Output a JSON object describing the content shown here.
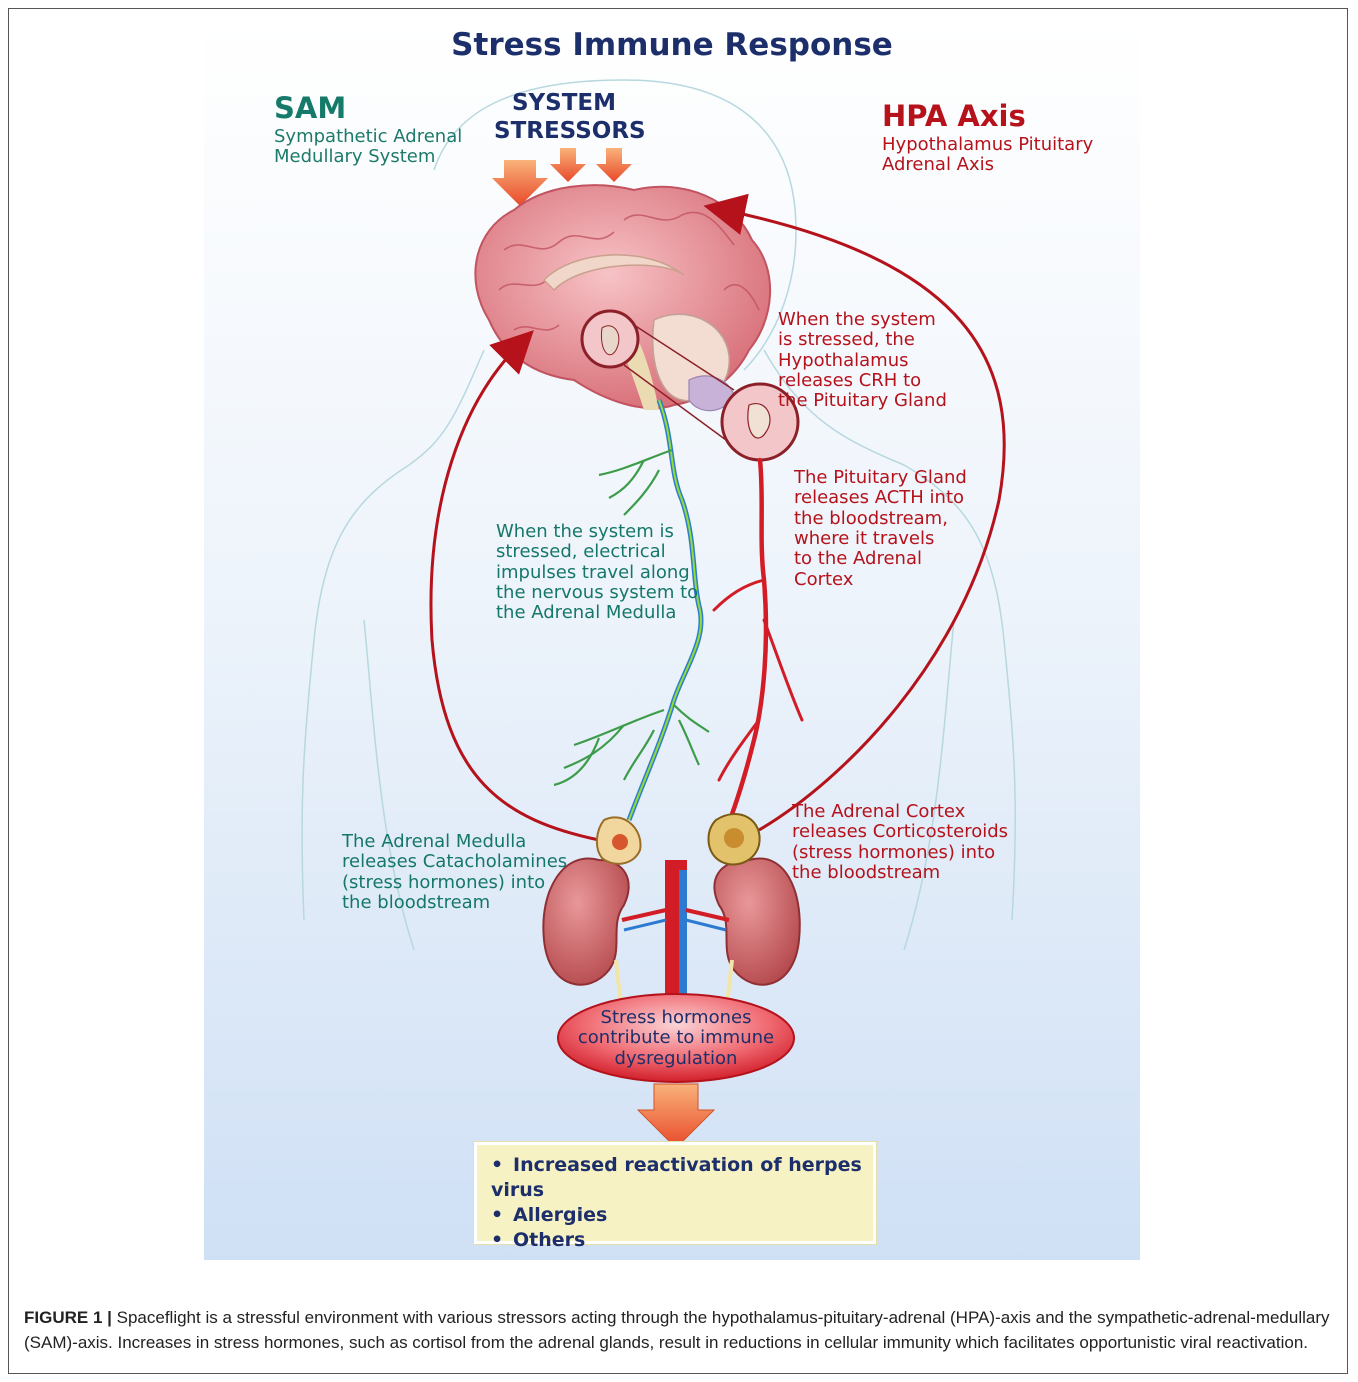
{
  "figure": {
    "title": "Stress Immune Response",
    "sam": {
      "title": "SAM",
      "subtitle": "Sympathetic Adrenal\nMedullary System"
    },
    "stressors": "SYSTEM\nSTRESSORS",
    "hpa": {
      "title": "HPA Axis",
      "subtitle": "Hypothalamus Pituitary\nAdrenal Axis"
    },
    "notes": {
      "hypothalamus": "When the system\nis stressed, the\nHypothalamus\n   releases CRH to\n     the Pituitary Gland",
      "pituitary": "The Pituitary Gland\nreleases ACTH into\nthe bloodstream,\nwhere it travels\nto the Adrenal\nCortex",
      "nervous": "When the system is\nstressed, electrical\nimpulses travel along\nthe nervous system to\nthe Adrenal Medulla",
      "cortex": "The Adrenal Cortex\nreleases Corticosteroids\n(stress hormones) into\nthe bloodstream",
      "medulla": "The Adrenal Medulla\nreleases Catacholamines\n(stress hormones) into\nthe bloodstream"
    },
    "center": "Stress hormones\ncontribute to immune\ndysregulation",
    "outcomes": [
      "Increased reactivation of herpes virus",
      "Allergies",
      "Others"
    ],
    "colors": {
      "sam": "#157a6a",
      "hpa": "#b5121b",
      "title": "#1d2f6b",
      "background_top": "#ffffff",
      "background_bottom": "#cfe0f5",
      "outcome_box": "#f6f2c4"
    }
  },
  "caption": {
    "label": "FIGURE 1 |",
    "text": " Spaceflight is a stressful environment with various stressors acting through the hypothalamus-pituitary-adrenal (HPA)-axis and the sympathetic-adrenal-medullary (SAM)-axis. Increases in stress hormones, such as cortisol from the adrenal glands, result in reductions in cellular immunity which facilitates opportunistic viral reactivation."
  }
}
